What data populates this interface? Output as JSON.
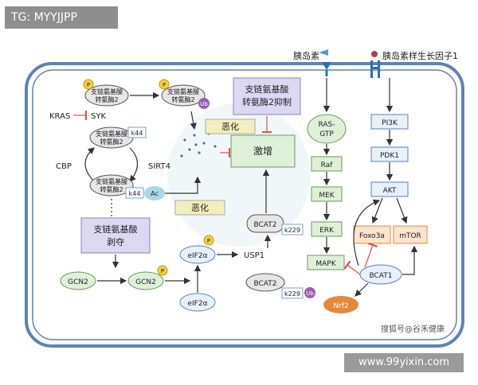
{
  "tag": "TG: MYYJJPP",
  "watermark": "www.99yixin.com",
  "credit": "搜狐号@谷禾健康",
  "ligands": {
    "insulin": "胰岛素",
    "igf1": "胰岛素样生长因子1"
  },
  "nodes": {
    "p": "P",
    "ub": "Ub",
    "ac": "Ac",
    "bcat2_l1": "支链氨基酸",
    "bcat2_l2": "转氨酶2",
    "k44": "k44",
    "k229": "k229",
    "kras": "KRAS",
    "syk": "SYK",
    "cbp": "CBP",
    "sirt4": "SIRT4",
    "inhib_box_l1": "支链氨基酸",
    "inhib_box_l2": "转氨酶2抑制",
    "worsen": "恶化",
    "surge": "激增",
    "deprive_l1": "支链氨基酸",
    "deprive_l2": "剥夺",
    "gcn2": "GCN2",
    "eif2a": "eIF2α",
    "usp1": "USP1",
    "bcat2": "BCAT2",
    "ras_gtp_l1": "RAS-",
    "ras_gtp_l2": "GTP",
    "raf": "Raf",
    "mek": "MEK",
    "erk": "ERK",
    "mapk": "MAPK",
    "pi3k": "PI3K",
    "pdk1": "PDK1",
    "akt": "AKT",
    "foxo3a": "Foxo3a",
    "mtor": "mTOR",
    "bcat1": "BCAT1",
    "nrf2": "Nrf2"
  },
  "colors": {
    "cell_border": "#5e82b8",
    "green_box": "#dff0d8",
    "green_border": "#6a9a5a",
    "purple_box": "#dcd8f2",
    "yellow_box": "#f2efbe",
    "enzyme": "#e6e6e6",
    "phospho": "#f5d23c",
    "ubiquitin": "#9a5fb8",
    "acetyl": "#a8d8e6",
    "orange_box": "#fde4cc",
    "orange_border": "#e6893a",
    "nrf2": "#e6893a",
    "inhibit": "#d9534f",
    "blue_box": "#e8f0fb"
  }
}
